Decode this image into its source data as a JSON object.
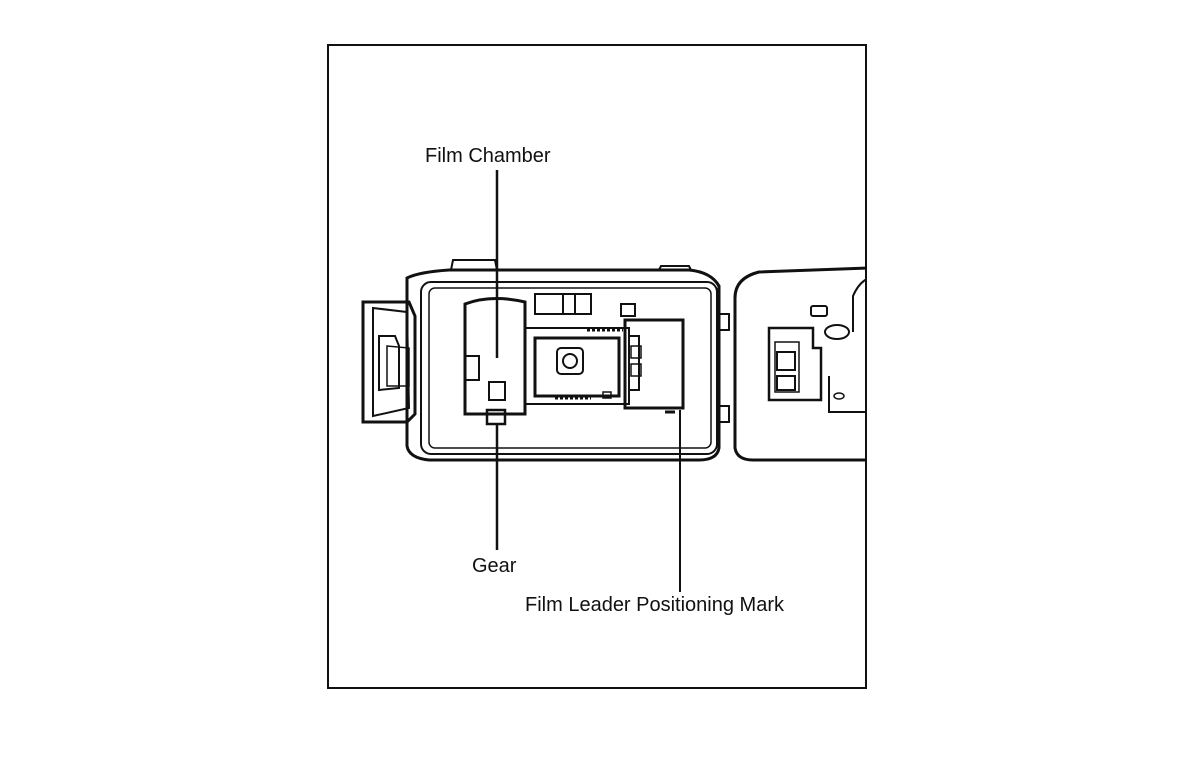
{
  "labels": {
    "film_chamber": "Film Chamber",
    "gear": "Gear",
    "film_leader_mark": "Film Leader Positioning Mark"
  },
  "colors": {
    "ink": "#111111",
    "paper": "#ffffff"
  }
}
